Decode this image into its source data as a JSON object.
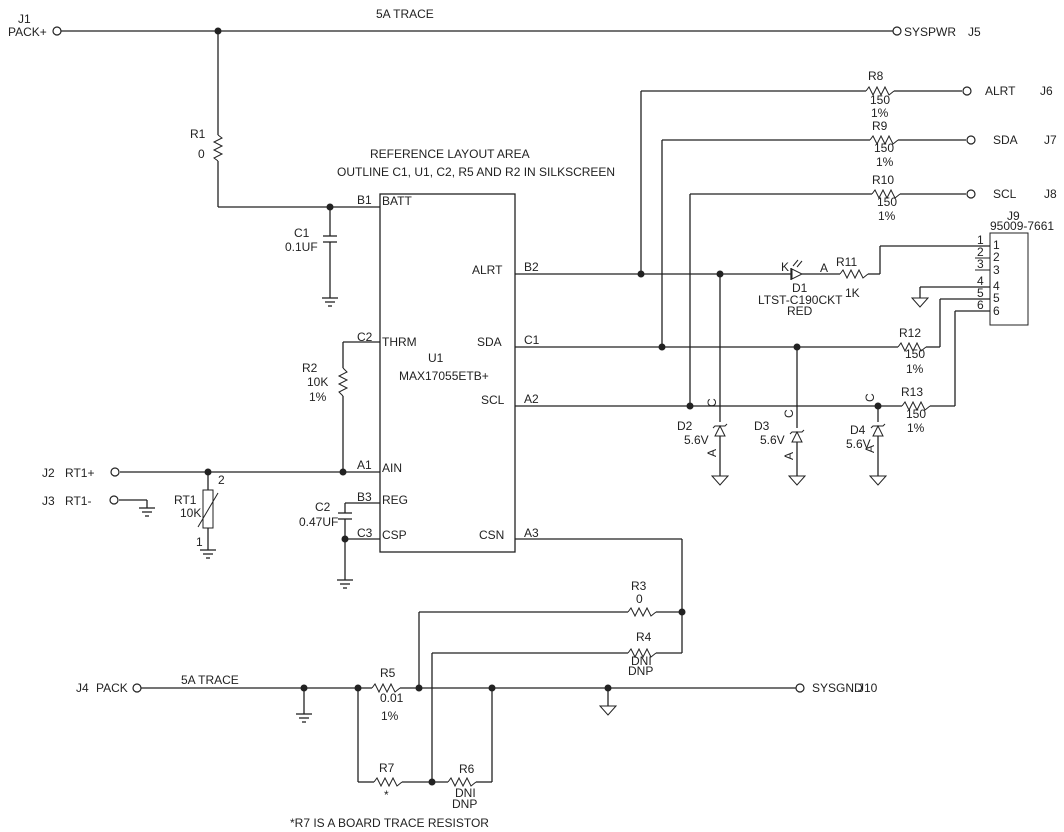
{
  "colors": {
    "line": "#222222",
    "background": "#ffffff"
  },
  "nets": {
    "top_trace": "5A TRACE",
    "bottom_trace": "5A TRACE"
  },
  "ports": [
    {
      "ref": "J1",
      "label": "PACK+"
    },
    {
      "ref": "J5",
      "label": "SYSPWR"
    },
    {
      "ref": "J6",
      "label": "ALRT"
    },
    {
      "ref": "J7",
      "label": "SDA"
    },
    {
      "ref": "J8",
      "label": "SCL"
    },
    {
      "ref": "J2",
      "label": "RT1+"
    },
    {
      "ref": "J3",
      "label": "RT1-"
    },
    {
      "ref": "J4",
      "label": "PACK"
    },
    {
      "ref": "J10",
      "label": "SYSGND"
    }
  ],
  "reference_note": {
    "line1": "REFERENCE LAYOUT AREA",
    "line2": "OUTLINE C1, U1, C2, R5 AND R2 IN  SILKSCREEN"
  },
  "footnote": "*R7 IS A BOARD TRACE RESISTOR",
  "ic": {
    "ref": "U1",
    "part": "MAX17055ETB+",
    "pins_left": [
      {
        "ball": "B1",
        "name": "BATT"
      },
      {
        "ball": "C2",
        "name": "THRM"
      },
      {
        "ball": "A1",
        "name": "AIN"
      },
      {
        "ball": "B3",
        "name": "REG"
      },
      {
        "ball": "C3",
        "name": "CSP"
      }
    ],
    "pins_right": [
      {
        "ball": "B2",
        "name": "ALRT"
      },
      {
        "ball": "C1",
        "name": "SDA"
      },
      {
        "ball": "A2",
        "name": "SCL"
      },
      {
        "ball": "A3",
        "name": "CSN"
      }
    ]
  },
  "resistors": [
    {
      "ref": "R1",
      "value": "0"
    },
    {
      "ref": "R2",
      "value": "10K",
      "tol": "1%"
    },
    {
      "ref": "R3",
      "value": "0"
    },
    {
      "ref": "R4",
      "value": "DNI",
      "value2": "DNP"
    },
    {
      "ref": "R5",
      "value": "0.01",
      "tol": "1%"
    },
    {
      "ref": "R6",
      "value": "DNI",
      "value2": "DNP"
    },
    {
      "ref": "R7",
      "value": "*"
    },
    {
      "ref": "R8",
      "value": "150",
      "tol": "1%"
    },
    {
      "ref": "R9",
      "value": "150",
      "tol": "1%"
    },
    {
      "ref": "R10",
      "value": "150",
      "tol": "1%"
    },
    {
      "ref": "R11",
      "value": "1K"
    },
    {
      "ref": "R12",
      "value": "150",
      "tol": "1%"
    },
    {
      "ref": "R13",
      "value": "150",
      "tol": "1%"
    }
  ],
  "capacitors": [
    {
      "ref": "C1",
      "value": "0.1UF"
    },
    {
      "ref": "C2",
      "value": "0.47UF"
    }
  ],
  "thermistor": {
    "ref": "RT1",
    "value": "10K",
    "pin1": "1",
    "pin2": "2"
  },
  "led": {
    "ref": "D1",
    "part": "LTST-C190CKT",
    "color": "RED",
    "k": "K",
    "a": "A"
  },
  "zeners": [
    {
      "ref": "D2",
      "value": "5.6V"
    },
    {
      "ref": "D3",
      "value": "5.6V"
    },
    {
      "ref": "D4",
      "value": "5.6V"
    }
  ],
  "zener_pins": {
    "c": "C",
    "a": "A"
  },
  "connector": {
    "ref": "J9",
    "part": "95009-7661",
    "pins": [
      "1",
      "2",
      "3",
      "4",
      "5",
      "6"
    ]
  }
}
